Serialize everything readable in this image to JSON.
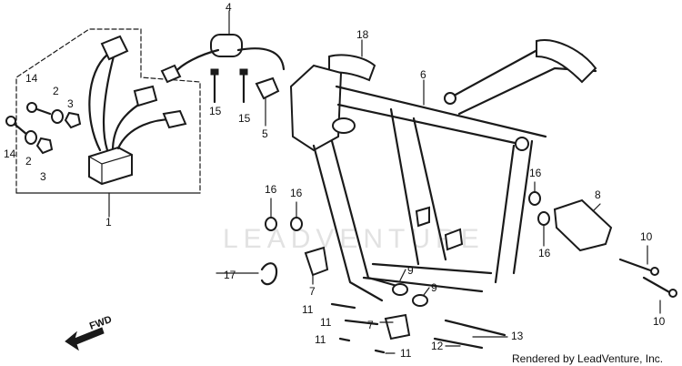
{
  "watermark": "LEADVENTURE",
  "credit": "Rendered by LeadVenture, Inc.",
  "fwd_label": "FWD",
  "callouts": [
    {
      "id": "c4",
      "label": "4"
    },
    {
      "id": "c18",
      "label": "18"
    },
    {
      "id": "c6",
      "label": "6"
    },
    {
      "id": "c14a",
      "label": "14"
    },
    {
      "id": "c2a",
      "label": "2"
    },
    {
      "id": "c3a",
      "label": "3"
    },
    {
      "id": "c14b",
      "label": "14"
    },
    {
      "id": "c2b",
      "label": "2"
    },
    {
      "id": "c3b",
      "label": "3"
    },
    {
      "id": "c15a",
      "label": "15"
    },
    {
      "id": "c15b",
      "label": "15"
    },
    {
      "id": "c5",
      "label": "5"
    },
    {
      "id": "c1",
      "label": "1"
    },
    {
      "id": "c16a",
      "label": "16"
    },
    {
      "id": "c16b",
      "label": "16"
    },
    {
      "id": "c16c",
      "label": "16"
    },
    {
      "id": "c16d",
      "label": "16"
    },
    {
      "id": "c8",
      "label": "8"
    },
    {
      "id": "c10a",
      "label": "10"
    },
    {
      "id": "c10b",
      "label": "10"
    },
    {
      "id": "c17",
      "label": "17"
    },
    {
      "id": "c7a",
      "label": "7"
    },
    {
      "id": "c9a",
      "label": "9"
    },
    {
      "id": "c9b",
      "label": "9"
    },
    {
      "id": "c11a",
      "label": "11"
    },
    {
      "id": "c11b",
      "label": "11"
    },
    {
      "id": "c11c",
      "label": "11"
    },
    {
      "id": "c11d",
      "label": "11"
    },
    {
      "id": "c7b",
      "label": "7"
    },
    {
      "id": "c13",
      "label": "13"
    },
    {
      "id": "c12",
      "label": "12"
    }
  ]
}
